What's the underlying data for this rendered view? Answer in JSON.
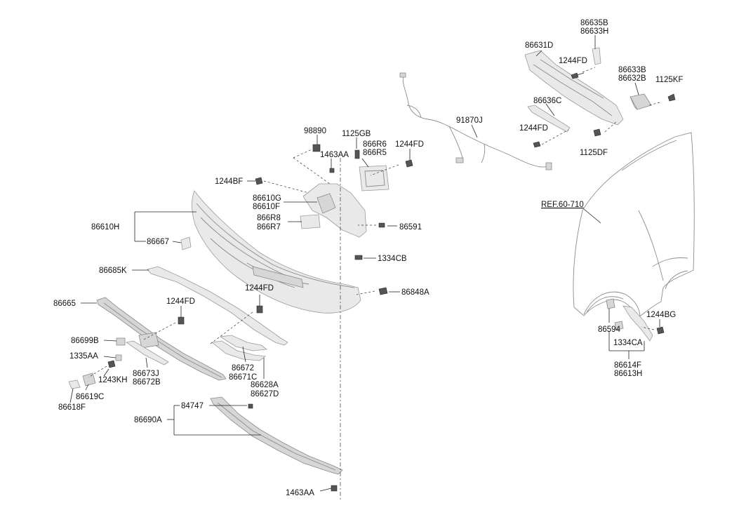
{
  "labels": {
    "p_86635B": "86635B",
    "p_86633H": "86633H",
    "p_86631D": "86631D",
    "p_1244FD_a": "1244FD",
    "p_86633B": "86633B",
    "p_86632B": "86632B",
    "p_1125KF": "1125KF",
    "p_86636C": "86636C",
    "p_1244FD_b": "1244FD",
    "p_1125DF": "1125DF",
    "p_91870J": "91870J",
    "p_98890": "98890",
    "p_1125GB": "1125GB",
    "p_866R6": "866R6",
    "p_866R5": "866R5",
    "p_1244FD_c": "1244FD",
    "p_1463AA_top": "1463AA",
    "p_1244BF": "1244BF",
    "p_86610G": "86610G",
    "p_86610F": "86610F",
    "p_866R8": "866R8",
    "p_866R7": "866R7",
    "p_86591": "86591",
    "p_86610H": "86610H",
    "p_86667": "86667",
    "p_1334CB": "1334CB",
    "p_86685K": "86685K",
    "p_1244FD_d": "1244FD",
    "p_86848A": "86848A",
    "p_86665": "86665",
    "p_1244FD_e": "1244FD",
    "p_86699B": "86699B",
    "p_1335AA": "1335AA",
    "p_86673J": "86673J",
    "p_86672B": "86672B",
    "p_86672": "86672",
    "p_86671C": "86671C",
    "p_1243KH": "1243KH",
    "p_86628A": "86628A",
    "p_86627D": "86627D",
    "p_86619C": "86619C",
    "p_86618F": "86618F",
    "p_84747": "84747",
    "p_86690A": "86690A",
    "p_1463AA_bot": "1463AA",
    "p_ref": "REF.60-710",
    "p_86594": "86594",
    "p_1244BG": "1244BG",
    "p_1334CA": "1334CA",
    "p_86614F": "86614F",
    "p_86613H": "86613H"
  }
}
